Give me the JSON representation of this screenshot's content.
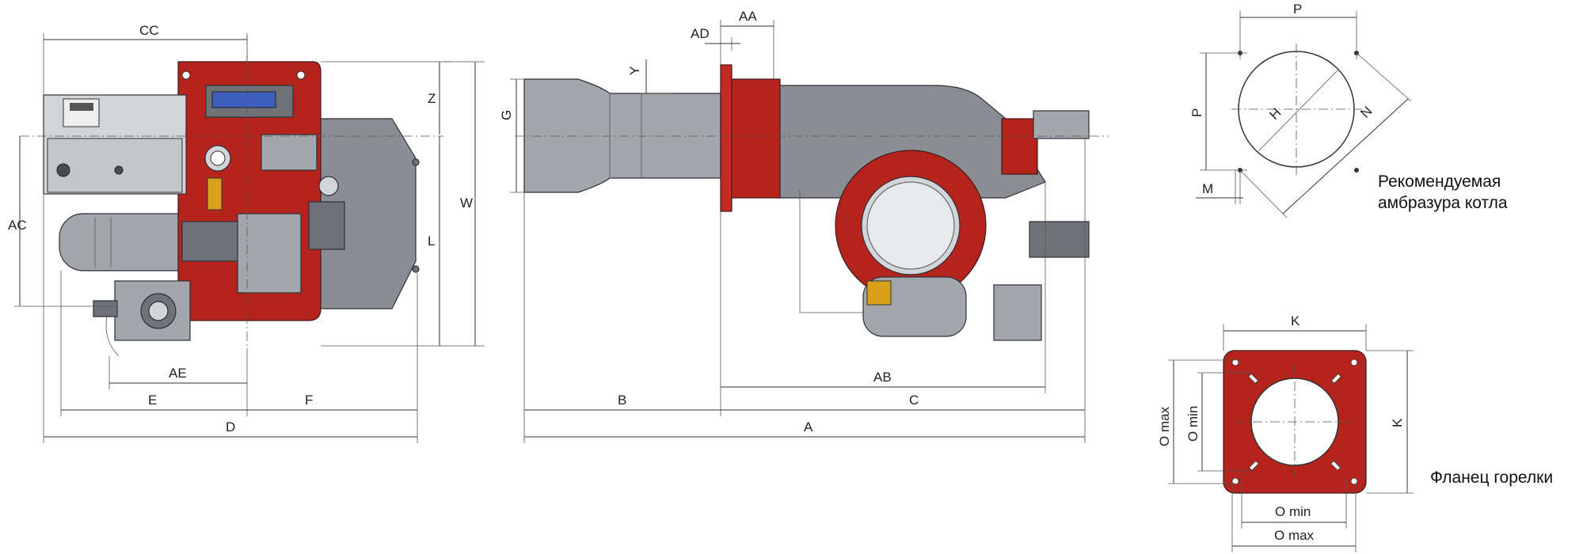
{
  "dimensions": {
    "left_view": {
      "CC": "CC",
      "Z": "Z",
      "W": "W",
      "AC": "AC",
      "L": "L",
      "AE": "AE",
      "E": "E",
      "F": "F",
      "D": "D"
    },
    "side_view": {
      "AA": "AA",
      "AD": "AD",
      "Y": "Y",
      "G": "G",
      "AB": "AB",
      "B": "B",
      "C": "C",
      "A": "A"
    },
    "boiler_opening": {
      "P_top": "P",
      "P_left": "P",
      "H": "H",
      "N": "N",
      "M": "M"
    },
    "flange": {
      "K_top": "K",
      "K_right": "K",
      "O_max_vertical": "O max",
      "O_min_vertical": "O min",
      "O_min_horizontal": "O min",
      "O_max_horizontal": "O max"
    }
  },
  "captions": {
    "boiler_opening_line1": "Рекомендуемая",
    "boiler_opening_line2": "амбразура котла",
    "flange": "Фланец горелки"
  },
  "colors": {
    "burner_red": "#b5231d",
    "housing_grey": "#8a8d91",
    "dimension_lines": "#333333"
  }
}
